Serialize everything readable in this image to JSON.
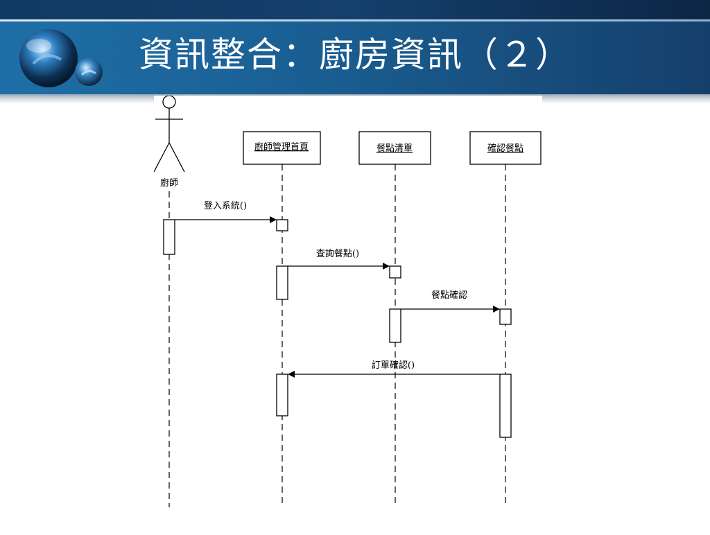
{
  "slide": {
    "title": "資訊整合：廚房資訊（２）"
  },
  "diagram": {
    "actor": {
      "label": "廚師"
    },
    "objects": [
      {
        "id": "home",
        "label": "廚師管理首頁"
      },
      {
        "id": "list",
        "label": "餐點清單"
      },
      {
        "id": "confirm",
        "label": "確認餐點"
      }
    ],
    "messages": [
      {
        "label": "登入系統()"
      },
      {
        "label": "查詢餐點()"
      },
      {
        "label": "餐點確認"
      },
      {
        "label": "訂單確認()"
      }
    ]
  }
}
